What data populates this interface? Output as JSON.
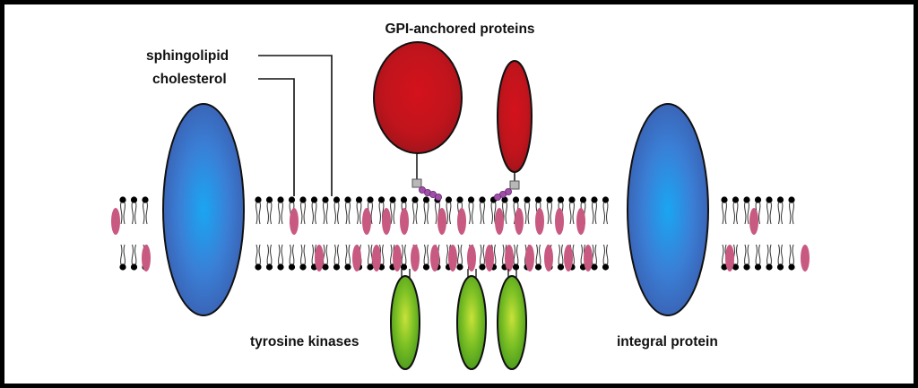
{
  "labels": {
    "gpi": "GPI-anchored proteins",
    "sphingolipid": "sphingolipid",
    "cholesterol": "cholesterol",
    "tyrosine": "tyrosine kinases",
    "integral": "integral protein"
  },
  "colors": {
    "border": "#000000",
    "integral_protein": "#3a7fd6",
    "gpi_protein": "#c0141c",
    "tyrosine_kinase": "#6bb522",
    "cholesterol": "#c85a82",
    "glycan_bead": "#a04ea8",
    "anchor_box": "#b8b8b8",
    "lipid_head": "#000000"
  },
  "icons": {
    "integral_protein": "blue-ellipse",
    "gpi_protein": "red-ellipse",
    "tyrosine_kinase": "green-ellipse",
    "cholesterol": "pink-oval",
    "lipid": "phospholipid-head-and-tails"
  }
}
